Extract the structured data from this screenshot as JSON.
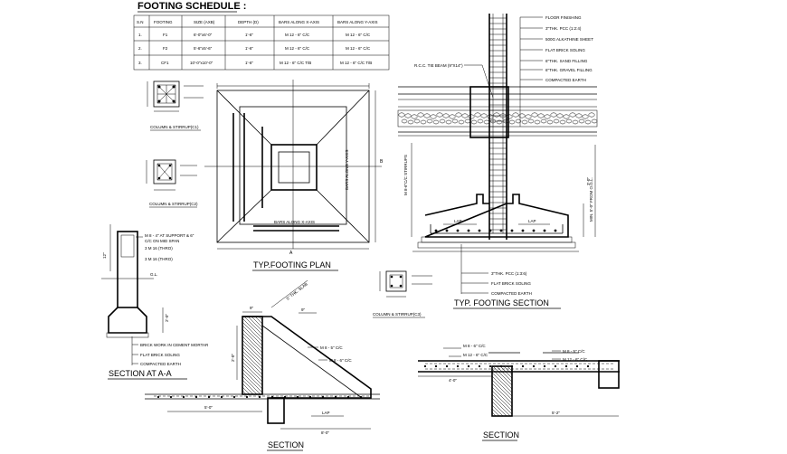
{
  "schedule": {
    "title": "FOOTING SCHEDULE :",
    "headers": [
      "S.N",
      "FOOTING",
      "SIZE (AXB)",
      "DEPTH (D)",
      "BARS ALONG X-AXIS",
      "BARS ALONG Y-AXIS"
    ],
    "rows": [
      [
        "1.",
        "F1",
        "6'-0\"x6'-0\"",
        "1'-6\"",
        "M 12 - 6\" C/C",
        "M 12 - 6\" C/C"
      ],
      [
        "2.",
        "F2",
        "5'-6\"x5'-6\"",
        "1'-6\"",
        "M 12 - 6\" C/C",
        "M 12 - 6\" C/C"
      ],
      [
        "3.",
        "CF1",
        "10'-0\"x10'-0\"",
        "1'-6\"",
        "M 12 - 6\" C/C T/B",
        "M 12 - 6\" C/C T/B"
      ]
    ]
  },
  "column_c1": {
    "label": "COLUMN & STIRRUP(C1)"
  },
  "column_c2": {
    "label": "COLUMN & STIRRUP(C2)"
  },
  "column_c3": {
    "label": "COLUMN & STIRRUP(C3)"
  },
  "footing_plan": {
    "title": "TYP.FOOTING PLAN",
    "bars_x": "BARS ALONG X-AXIS",
    "bars_y": "BARS ALONG Y-AXIS",
    "dim_a": "A",
    "dim_b": "B"
  },
  "footing_section": {
    "title": "TYP. FOOTING SECTION",
    "layers_top": [
      "FLOOR FINISHING",
      "3\"THK. PCC (1:2:4)",
      "500G ALKATHINE SHEET",
      "FLAT BRICK SOLING",
      "6\"THK. SAND FILLING",
      "6\"THK. GRAVEL FILLING",
      "COMPACTED EARTH"
    ],
    "tie_beam": "R.C.C. TIE BEAM (9\"X14\")",
    "layers_bottom": [
      "3\"THK. PCC (1:3:6)",
      "FLAT BRICK SOLING",
      "COMPACTED EARTH"
    ],
    "stirrup": "M 8-6\"C/C STIRRUPS",
    "depth": "MIN. 5'-0\" FROM O.G.L.",
    "dim_h": "3'-0\"",
    "lap_left": "LAP",
    "lap_right": "LAP"
  },
  "section_aa": {
    "title": "SECTION AT A-A",
    "labels": [
      "M 8 - 4\" AT SUPPORT & 6\"",
      "C/C ON MID SPAN",
      "3 M 16 (THRO)",
      "3 M 16 (THRO)",
      "G.L."
    ],
    "bottom_labels": [
      "BRICK WORK IN CEMENT MORTAR",
      "FLAT BRICK SOLING",
      "COMPACTED EARTH"
    ],
    "dim_12": "12\"",
    "dim_2": "2'-0\""
  },
  "section_stair": {
    "title": "SECTION",
    "labels": [
      "5\" THK. SLAB",
      "M 8 - 5\" C/C",
      "M 8 - 6\" C/C"
    ],
    "dims": [
      "9\"",
      "2'-0\"",
      "5'-0\"",
      "8'-0\"",
      "LAP"
    ]
  },
  "section_slab": {
    "title": "SECTION",
    "labels": [
      "M 8 - 6\" C/C",
      "M 12 - 6\" C/C",
      "M 8 - 5\" C/C",
      "M 12 - 6\" C/C"
    ],
    "dims": [
      "4'-0\"",
      "5'-2\""
    ]
  }
}
